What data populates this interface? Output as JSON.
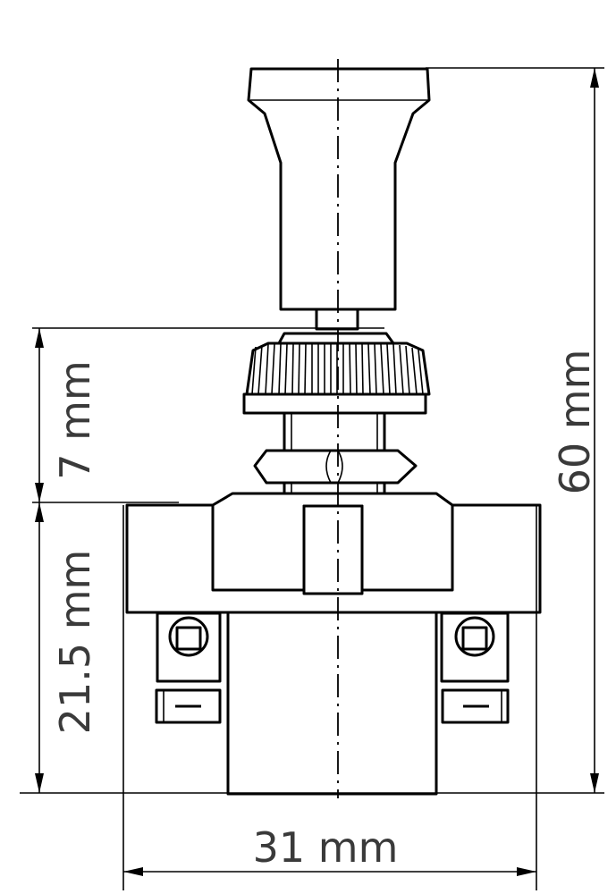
{
  "dimensions": {
    "overall_height": "60 mm",
    "stem_height": "7 mm",
    "body_height": "21.5 mm",
    "body_width": "31 mm"
  }
}
